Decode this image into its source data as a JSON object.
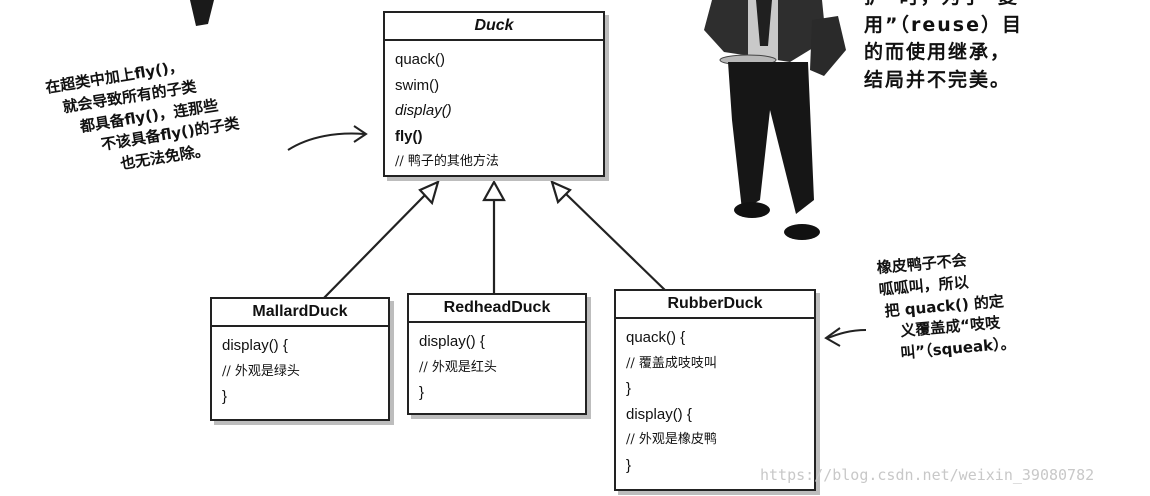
{
  "superclass": {
    "name": "Duck",
    "methods": [
      "quack()",
      "swim()",
      "display()",
      "fly()"
    ],
    "comment": "// 鸭子的其他方法"
  },
  "subclasses": [
    {
      "name": "MallardDuck",
      "lines": [
        "display() {",
        "// 外观是绿头",
        "}"
      ]
    },
    {
      "name": "RedheadDuck",
      "lines": [
        "display() {",
        "// 外观是红头",
        "}"
      ]
    },
    {
      "name": "RubberDuck",
      "lines": [
        "quack() {",
        "// 覆盖成吱吱叫",
        "}",
        "display() {",
        "// 外观是橡皮鸭",
        "}"
      ]
    }
  ],
  "annotations": {
    "left": [
      "在超类中加上fly()，",
      "就会导致所有的子类",
      "都具备fly()，连那些",
      "不该具备fly()的子类",
      "也无法免除。"
    ],
    "top_right": [
      "护”时，为了“复",
      "用”（reuse）目",
      "的而使用继承，",
      "结局并不完美。"
    ],
    "right": [
      "橡皮鸭子不会",
      "呱呱叫，所以",
      "把 quack() 的定",
      "义覆盖成“吱吱",
      "叫”（squeak）。"
    ]
  },
  "watermark": "https://blog.csdn.net/weixin_39080782"
}
